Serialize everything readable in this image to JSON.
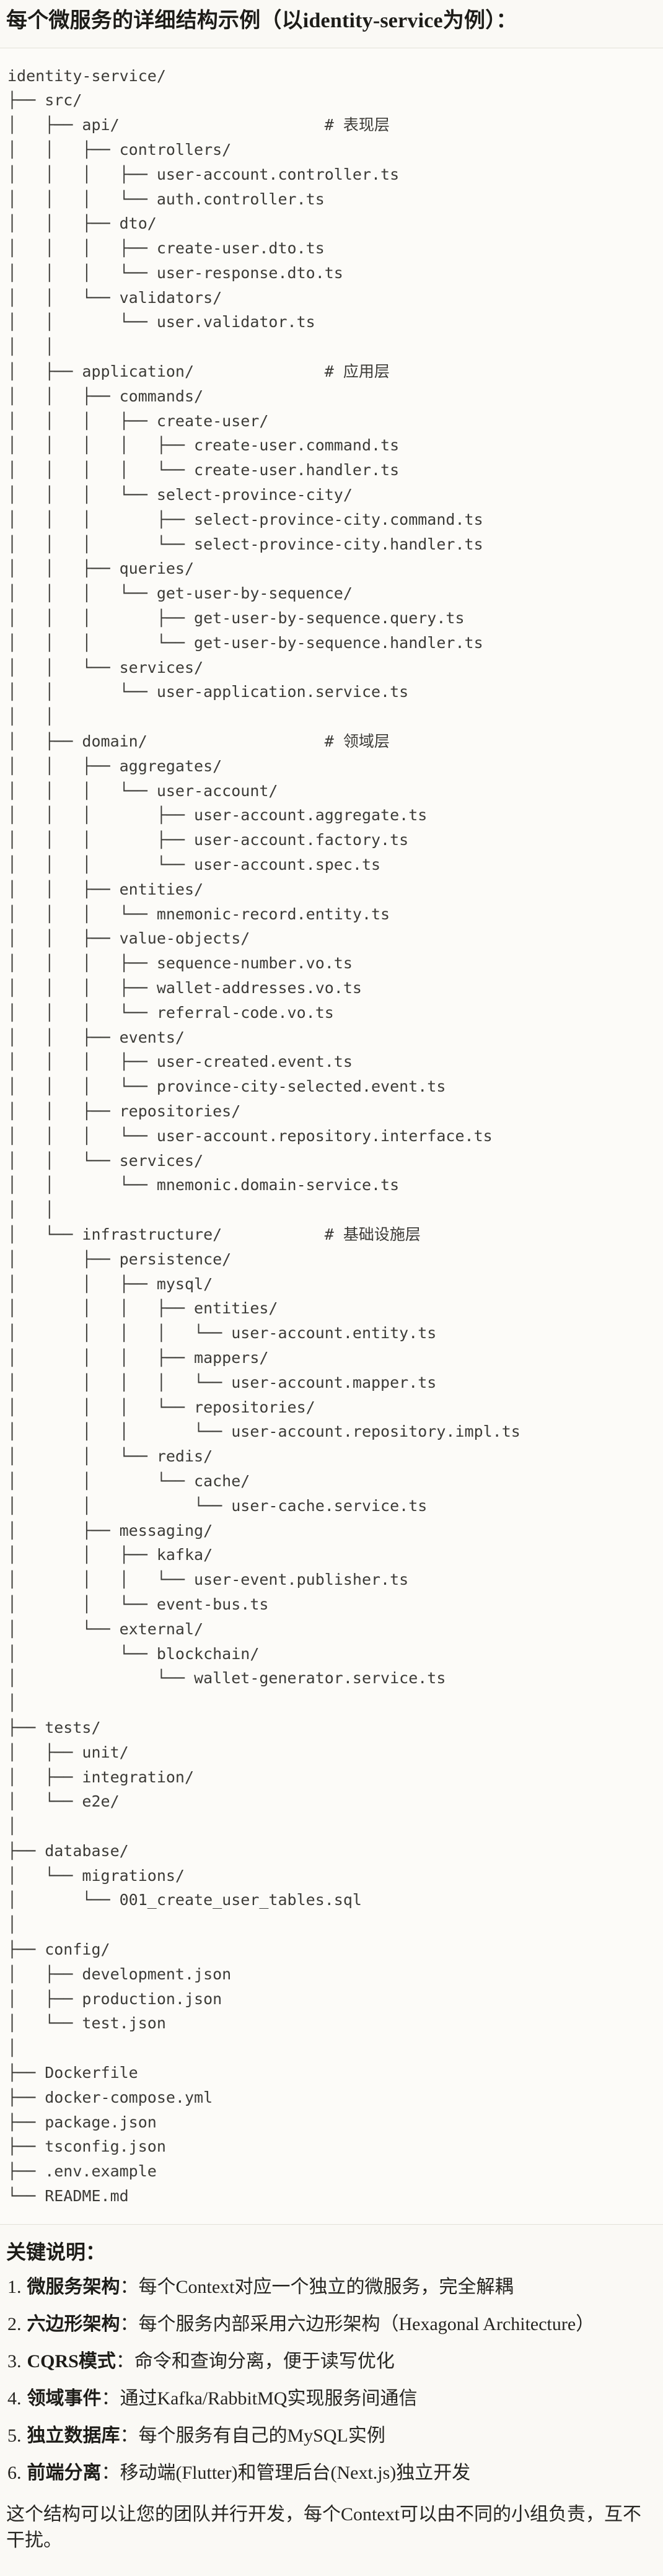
{
  "header": {
    "title": "每个微服务的详细结构示例（以identity-service为例）："
  },
  "code_block": {
    "content_type": "ascii-file-tree",
    "root": "identity-service/",
    "layer_comments": [
      "# 表现层",
      "# 应用层",
      "# 领域层",
      "# 基础设施层"
    ],
    "lines": [
      "identity-service/",
      "├── src/",
      "│   ├── api/                      # 表现层",
      "│   │   ├── controllers/",
      "│   │   │   ├── user-account.controller.ts",
      "│   │   │   └── auth.controller.ts",
      "│   │   ├── dto/",
      "│   │   │   ├── create-user.dto.ts",
      "│   │   │   └── user-response.dto.ts",
      "│   │   └── validators/",
      "│   │       └── user.validator.ts",
      "│   │",
      "│   ├── application/              # 应用层",
      "│   │   ├── commands/",
      "│   │   │   ├── create-user/",
      "│   │   │   │   ├── create-user.command.ts",
      "│   │   │   │   └── create-user.handler.ts",
      "│   │   │   └── select-province-city/",
      "│   │   │       ├── select-province-city.command.ts",
      "│   │   │       └── select-province-city.handler.ts",
      "│   │   ├── queries/",
      "│   │   │   └── get-user-by-sequence/",
      "│   │   │       ├── get-user-by-sequence.query.ts",
      "│   │   │       └── get-user-by-sequence.handler.ts",
      "│   │   └── services/",
      "│   │       └── user-application.service.ts",
      "│   │",
      "│   ├── domain/                   # 领域层",
      "│   │   ├── aggregates/",
      "│   │   │   └── user-account/",
      "│   │   │       ├── user-account.aggregate.ts",
      "│   │   │       ├── user-account.factory.ts",
      "│   │   │       └── user-account.spec.ts",
      "│   │   ├── entities/",
      "│   │   │   └── mnemonic-record.entity.ts",
      "│   │   ├── value-objects/",
      "│   │   │   ├── sequence-number.vo.ts",
      "│   │   │   ├── wallet-addresses.vo.ts",
      "│   │   │   └── referral-code.vo.ts",
      "│   │   ├── events/",
      "│   │   │   ├── user-created.event.ts",
      "│   │   │   └── province-city-selected.event.ts",
      "│   │   ├── repositories/",
      "│   │   │   └── user-account.repository.interface.ts",
      "│   │   └── services/",
      "│   │       └── mnemonic.domain-service.ts",
      "│   │",
      "│   └── infrastructure/           # 基础设施层",
      "│       ├── persistence/",
      "│       │   ├── mysql/",
      "│       │   │   ├── entities/",
      "│       │   │   │   └── user-account.entity.ts",
      "│       │   │   ├── mappers/",
      "│       │   │   │   └── user-account.mapper.ts",
      "│       │   │   └── repositories/",
      "│       │   │       └── user-account.repository.impl.ts",
      "│       │   └── redis/",
      "│       │       └── cache/",
      "│       │           └── user-cache.service.ts",
      "│       ├── messaging/",
      "│       │   ├── kafka/",
      "│       │   │   └── user-event.publisher.ts",
      "│       │   └── event-bus.ts",
      "│       └── external/",
      "│           └── blockchain/",
      "│               └── wallet-generator.service.ts",
      "│",
      "├── tests/",
      "│   ├── unit/",
      "│   ├── integration/",
      "│   └── e2e/",
      "│",
      "├── database/",
      "│   └── migrations/",
      "│       └── 001_create_user_tables.sql",
      "│",
      "├── config/",
      "│   ├── development.json",
      "│   ├── production.json",
      "│   └── test.json",
      "│",
      "├── Dockerfile",
      "├── docker-compose.yml",
      "├── package.json",
      "├── tsconfig.json",
      "├── .env.example",
      "└── README.md"
    ]
  },
  "notes": {
    "heading": "关键说明：",
    "items": [
      {
        "num": "1.",
        "label": "微服务架构",
        "text": "：每个Context对应一个独立的微服务，完全解耦"
      },
      {
        "num": "2.",
        "label": "六边形架构",
        "text": "：每个服务内部采用六边形架构（Hexagonal Architecture）"
      },
      {
        "num": "3.",
        "label": "CQRS模式",
        "text": "：命令和查询分离，便于读写优化"
      },
      {
        "num": "4.",
        "label": "领域事件",
        "text": "：通过Kafka/RabbitMQ实现服务间通信"
      },
      {
        "num": "5.",
        "label": "独立数据库",
        "text": "：每个服务有自己的MySQL实例"
      },
      {
        "num": "6.",
        "label": "前端分离",
        "text": "：移动端(Flutter)和管理后台(Next.js)独立开发"
      }
    ],
    "footer": "这个结构可以让您的团队并行开发，每个Context可以由不同的小组负责，互不干扰。"
  },
  "colors": {
    "page_bg": "#faf9f5",
    "code_bg": "#fcfbf8",
    "border": "#e3e1d8",
    "tree_text": "#3c3b37",
    "heading_text": "#1d1c18",
    "body_text": "#262521"
  }
}
